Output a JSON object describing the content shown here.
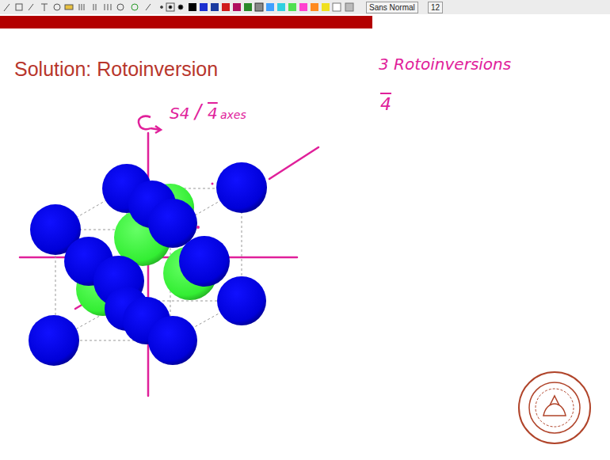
{
  "diagram": {
    "title": "Solution: Rotoinversion",
    "labels": [
      "Sans Normal",
      "12",
      "S4",
      "/",
      "4",
      "axes",
      "3 Rotoinversions",
      "4"
    ]
  }
}
